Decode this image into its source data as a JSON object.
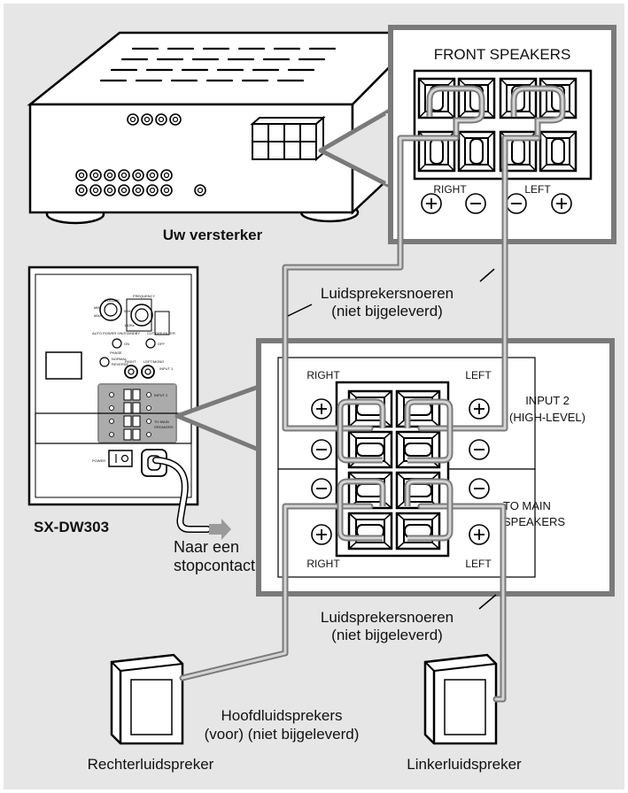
{
  "amplifier": {
    "caption": "Uw versterker",
    "panel_title": "FRONT SPEAKERS",
    "right_label": "RIGHT",
    "left_label": "LEFT",
    "plus_symbol": "+",
    "minus_symbol": "−"
  },
  "subwoofer": {
    "caption": "SX-DW303",
    "small_labels": {
      "volume": "VOLUME",
      "frequency": "FREQUENCY",
      "min": "MIN",
      "max": "MAX",
      "low": "50Hz",
      "high": "150Hz",
      "auto_power": "AUTO POWER ON/STANDBY",
      "cut_off": "CUT OFF FILTER",
      "on": "ON",
      "off": "OFF",
      "phase": "PHASE",
      "normal": "NORMAL",
      "reverse": "REVERSE",
      "right": "RIGHT",
      "left": "LEFT/MONO",
      "input1": "INPUT 1",
      "input2": "INPUT 2",
      "to_main": "TO MAIN",
      "power": "POWER",
      "speakers": "SPEAKERS"
    }
  },
  "cables": {
    "upper_line1": "Luidsprekersnoeren",
    "upper_line2": "(niet bijgeleverd)",
    "lower_line1": "Luidsprekersnoeren",
    "lower_line2": "(niet bijgeleverd)"
  },
  "terminal_panel": {
    "right_top": "RIGHT",
    "left_top": "LEFT",
    "input2_line1": "INPUT 2",
    "input2_line2": "(HIGH-LEVEL)",
    "tomain_line1": "TO MAIN",
    "tomain_line2": "SPEAKERS",
    "right_bottom": "RIGHT",
    "left_bottom": "LEFT"
  },
  "outlet": {
    "line1": "Naar een",
    "line2": "stopcontact"
  },
  "speakers": {
    "caption_line1": "Hoofdluidsprekers",
    "caption_line2": "(voor) (niet bijgeleverd)",
    "right_name": "Rechterluidspreker",
    "left_name": "Linkerluidspreker"
  }
}
